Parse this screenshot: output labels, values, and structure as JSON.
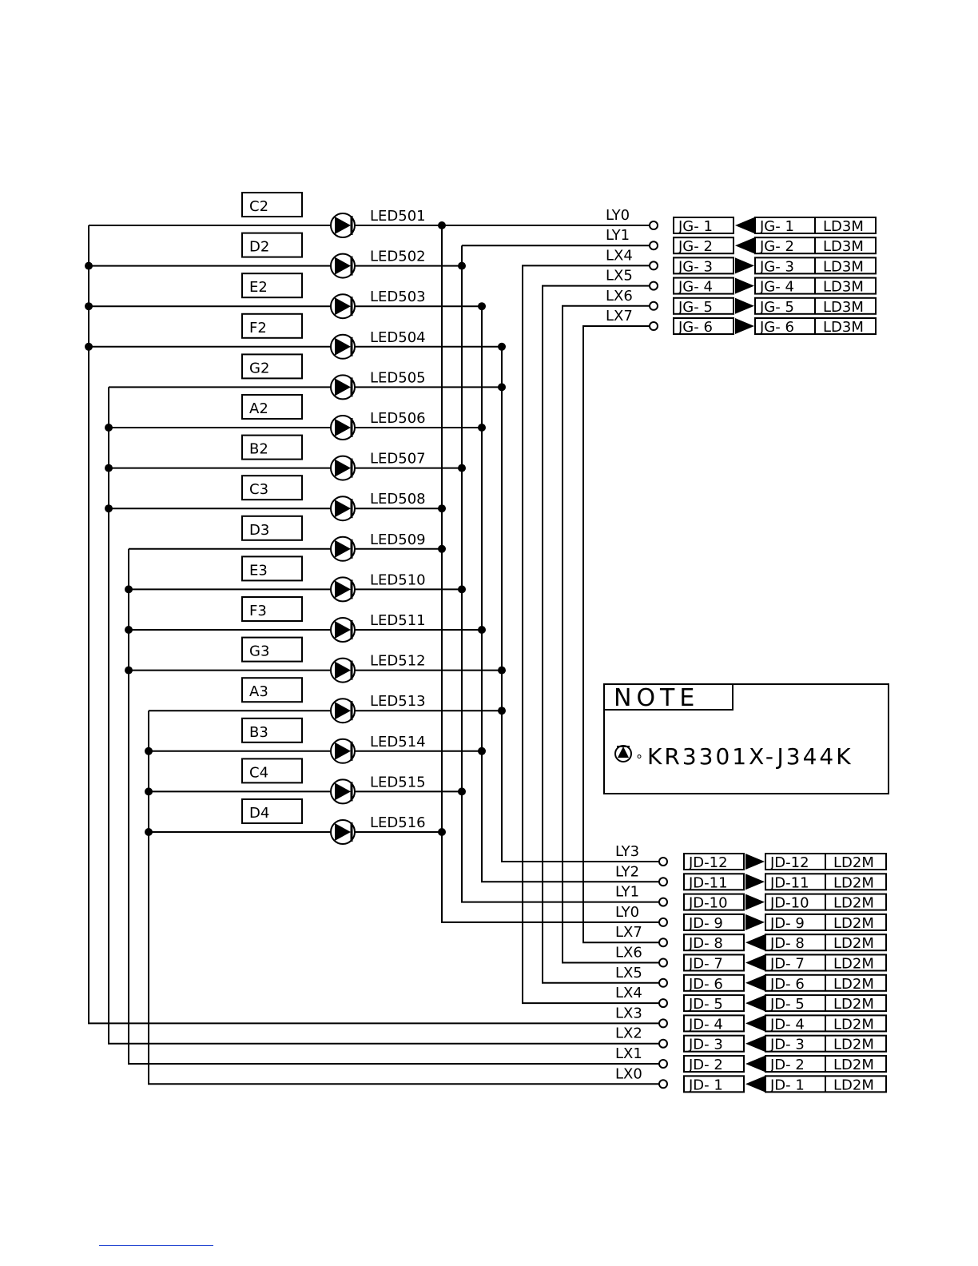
{
  "diagram": {
    "leds": [
      {
        "ref": "LED501",
        "note": "C2",
        "col": "LY0",
        "row": "LX3"
      },
      {
        "ref": "LED502",
        "note": "D2",
        "col": "LY1",
        "row": "LX3"
      },
      {
        "ref": "LED503",
        "note": "E2",
        "col": "LY2",
        "row": "LX3"
      },
      {
        "ref": "LED504",
        "note": "F2",
        "col": "LY3",
        "row": "LX3"
      },
      {
        "ref": "LED505",
        "note": "G2",
        "col": "LY3",
        "row": "LX2"
      },
      {
        "ref": "LED506",
        "note": "A2",
        "col": "LY2",
        "row": "LX2"
      },
      {
        "ref": "LED507",
        "note": "B2",
        "col": "LY1",
        "row": "LX2"
      },
      {
        "ref": "LED508",
        "note": "C3",
        "col": "LY0",
        "row": "LX2"
      },
      {
        "ref": "LED509",
        "note": "D3",
        "col": "LY0",
        "row": "LX1"
      },
      {
        "ref": "LED510",
        "note": "E3",
        "col": "LY1",
        "row": "LX1"
      },
      {
        "ref": "LED511",
        "note": "F3",
        "col": "LY2",
        "row": "LX1"
      },
      {
        "ref": "LED512",
        "note": "G3",
        "col": "LY3",
        "row": "LX1"
      },
      {
        "ref": "LED513",
        "note": "A3",
        "col": "LY3",
        "row": "LX0"
      },
      {
        "ref": "LED514",
        "note": "B3",
        "col": "LY2",
        "row": "LX0"
      },
      {
        "ref": "LED515",
        "note": "C4",
        "col": "LY1",
        "row": "LX0"
      },
      {
        "ref": "LED516",
        "note": "D4",
        "col": "LY0",
        "row": "LX0"
      }
    ],
    "connector_top": [
      {
        "signal": "LY0",
        "pin": "JG- 1",
        "mate": "JG- 1",
        "part": "LD3M",
        "dir": "in"
      },
      {
        "signal": "LY1",
        "pin": "JG- 2",
        "mate": "JG- 2",
        "part": "LD3M",
        "dir": "in"
      },
      {
        "signal": "LX4",
        "pin": "JG- 3",
        "mate": "JG- 3",
        "part": "LD3M",
        "dir": "out"
      },
      {
        "signal": "LX5",
        "pin": "JG- 4",
        "mate": "JG- 4",
        "part": "LD3M",
        "dir": "out"
      },
      {
        "signal": "LX6",
        "pin": "JG- 5",
        "mate": "JG- 5",
        "part": "LD3M",
        "dir": "out"
      },
      {
        "signal": "LX7",
        "pin": "JG- 6",
        "mate": "JG- 6",
        "part": "LD3M",
        "dir": "out"
      }
    ],
    "connector_bottom": [
      {
        "signal": "LY3",
        "pin": "JD-12",
        "mate": "JD-12",
        "part": "LD2M",
        "dir": "out"
      },
      {
        "signal": "LY2",
        "pin": "JD-11",
        "mate": "JD-11",
        "part": "LD2M",
        "dir": "out"
      },
      {
        "signal": "LY1",
        "pin": "JD-10",
        "mate": "JD-10",
        "part": "LD2M",
        "dir": "out"
      },
      {
        "signal": "LY0",
        "pin": "JD- 9",
        "mate": "JD- 9",
        "part": "LD2M",
        "dir": "out"
      },
      {
        "signal": "LX7",
        "pin": "JD- 8",
        "mate": "JD- 8",
        "part": "LD2M",
        "dir": "in"
      },
      {
        "signal": "LX6",
        "pin": "JD- 7",
        "mate": "JD- 7",
        "part": "LD2M",
        "dir": "in"
      },
      {
        "signal": "LX5",
        "pin": "JD- 6",
        "mate": "JD- 6",
        "part": "LD2M",
        "dir": "in"
      },
      {
        "signal": "LX4",
        "pin": "JD- 5",
        "mate": "JD- 5",
        "part": "LD2M",
        "dir": "in"
      },
      {
        "signal": "LX3",
        "pin": "JD- 4",
        "mate": "JD- 4",
        "part": "LD2M",
        "dir": "in"
      },
      {
        "signal": "LX2",
        "pin": "JD- 3",
        "mate": "JD- 3",
        "part": "LD2M",
        "dir": "in"
      },
      {
        "signal": "LX1",
        "pin": "JD- 2",
        "mate": "JD- 2",
        "part": "LD2M",
        "dir": "in"
      },
      {
        "signal": "LX0",
        "pin": "JD- 1",
        "mate": "JD- 1",
        "part": "LD2M",
        "dir": "in"
      }
    ],
    "note": {
      "title": "NOTE",
      "symbol": "led-symbol-icon",
      "marker": "°",
      "text": "KR3301X-J344K"
    }
  }
}
